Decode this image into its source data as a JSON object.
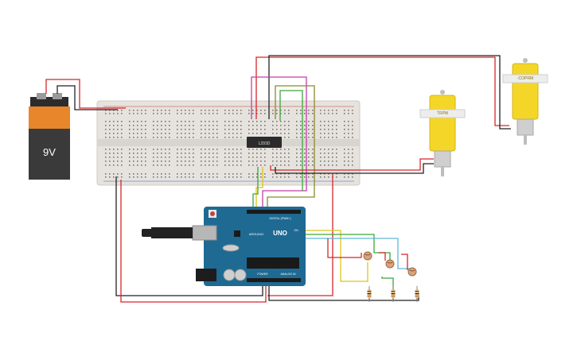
{
  "battery": {
    "label": "9V"
  },
  "driver_ic": {
    "label": "L293D"
  },
  "motor_left": {
    "label": "TRPM"
  },
  "motor_right": {
    "label": "-COPRM"
  },
  "arduino": {
    "brand": "ARDUINO",
    "model": "UNO",
    "digital_label": "DIGITAL (PWM~)",
    "power_label": "POWER",
    "analog_label": "ANALOG IN",
    "on_label": "ON"
  },
  "colors": {
    "red_wire": "#d6262b",
    "black_wire": "#222222",
    "green_wire": "#3aa83a",
    "yellow_wire": "#e2c21a",
    "magenta_wire": "#c43fa6",
    "olive_wire": "#8a8a2a",
    "cyan_wire": "#5fb7d6",
    "board_blue": "#1e6a93",
    "breadboard": "#e4e1dc",
    "motor_yellow": "#f4d628"
  }
}
